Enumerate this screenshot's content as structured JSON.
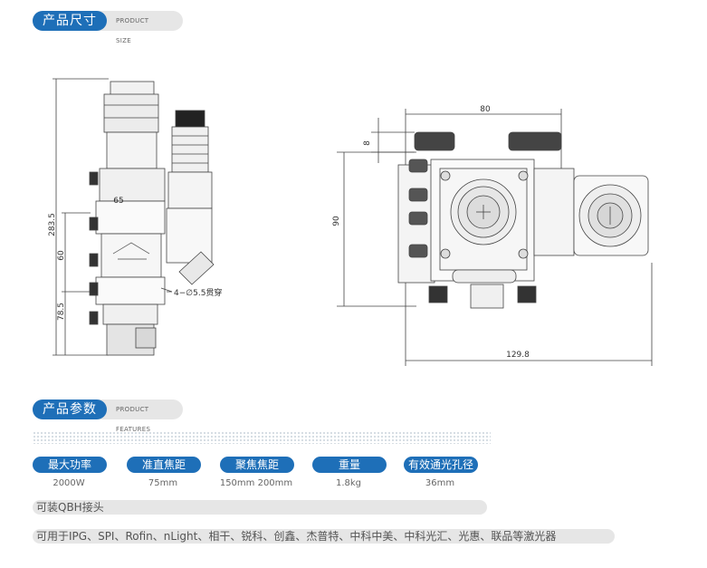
{
  "sections": {
    "size": {
      "title": "产品尺寸",
      "subtitle": "PRODUCT SIZE"
    },
    "features": {
      "title": "产品参数",
      "subtitle": "PRODUCT FEATURES"
    }
  },
  "drawing": {
    "left": {
      "dim_total_height": "283.5",
      "dim_width": "65",
      "dim_mid_height": "60",
      "dim_lower_height": "78.5",
      "hole_callout": "4−∅5.5贯穿"
    },
    "right": {
      "dim_top_width": "80",
      "dim_handle_height": "8",
      "dim_height": "90",
      "dim_bottom_width": "129.8"
    }
  },
  "params": [
    {
      "label": "最大功率",
      "value": "2000W"
    },
    {
      "label": "准直焦距",
      "value": "75mm"
    },
    {
      "label": "聚焦焦距",
      "value": "150mm 200mm"
    },
    {
      "label": "重量",
      "value": "1.8kg"
    },
    {
      "label": "有效通光孔径",
      "value": "36mm"
    }
  ],
  "notes": {
    "qbh": "可装QBH接头",
    "lasers": "可用于IPG、SPI、Rofin、nLight、相干、锐科、创鑫、杰普特、中科中美、中科光汇、光惠、联品等激光器"
  },
  "colors": {
    "accent": "#1e6fb8",
    "pill_bg": "#e6e6e6"
  }
}
